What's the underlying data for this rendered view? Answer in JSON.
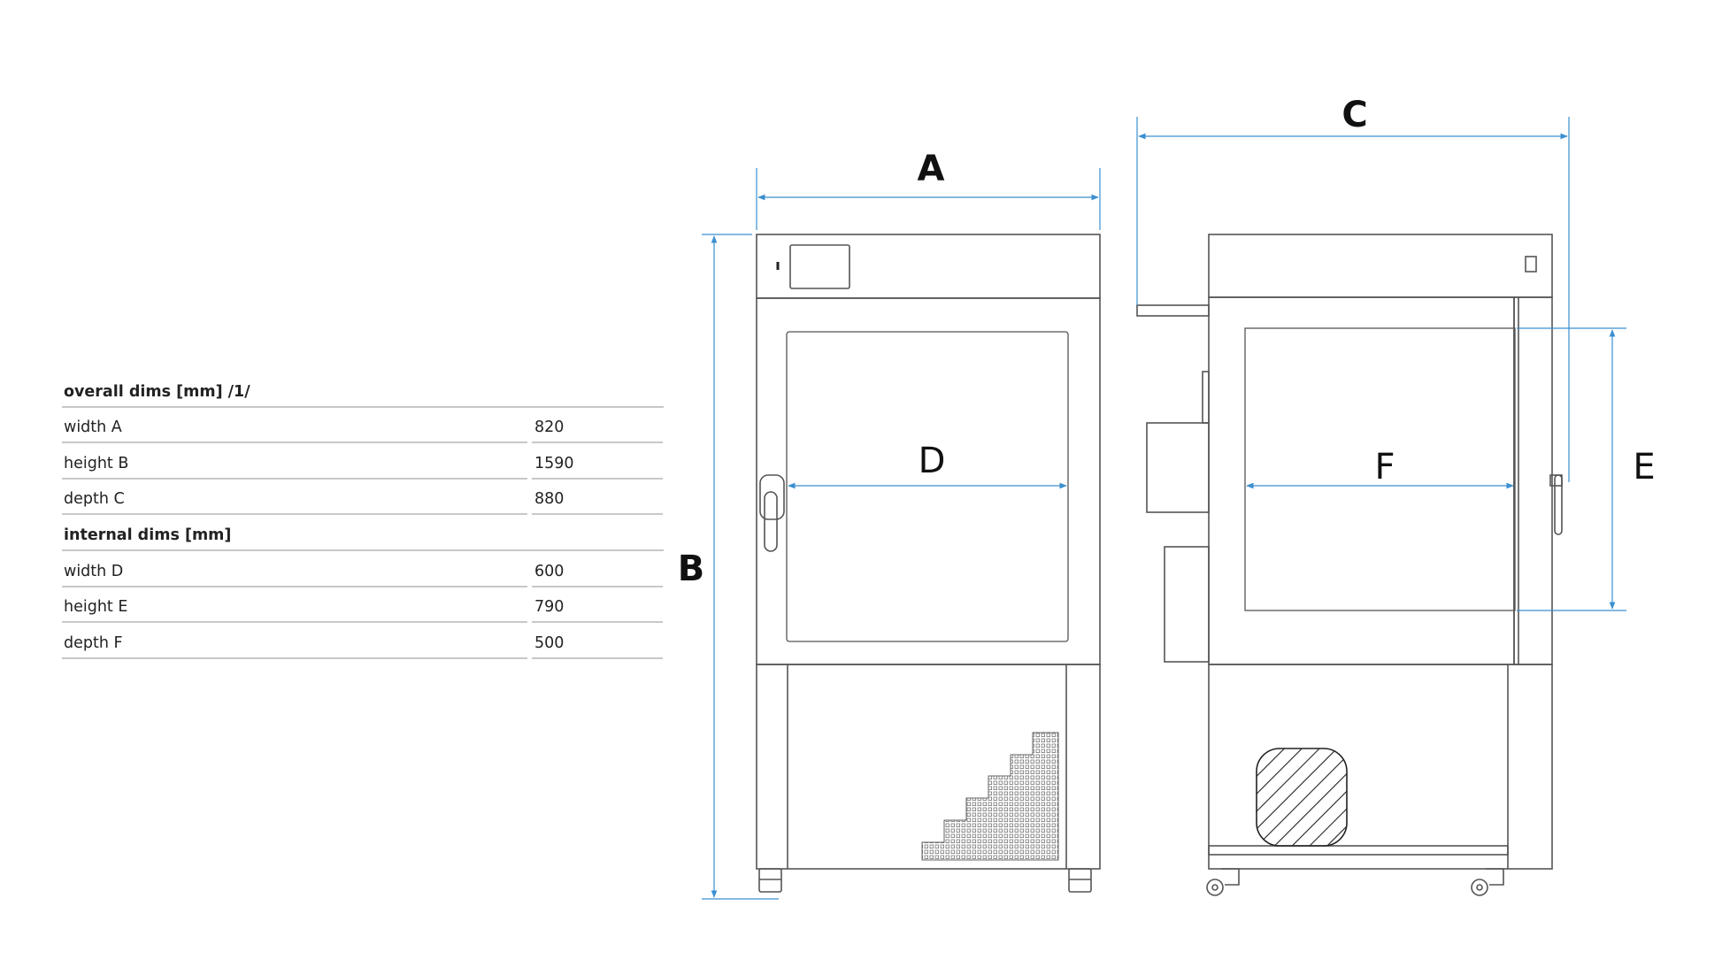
{
  "overall": {
    "heading": "overall dims [mm] /1/",
    "rows": [
      {
        "label": "width A",
        "value": "820"
      },
      {
        "label": "height B",
        "value": "1590"
      },
      {
        "label": "depth C",
        "value": "880"
      }
    ]
  },
  "internal": {
    "heading": "internal dims [mm]",
    "rows": [
      {
        "label": "width D",
        "value": "600"
      },
      {
        "label": "height E",
        "value": "790"
      },
      {
        "label": "depth F",
        "value": "500"
      }
    ]
  },
  "labels": {
    "A": "A",
    "B": "B",
    "C": "C",
    "D": "D",
    "E": "E",
    "F": "F"
  },
  "colors": {
    "dimension": "#3a8fd0",
    "outline": "#555555",
    "rule": "#c8c8c8"
  }
}
